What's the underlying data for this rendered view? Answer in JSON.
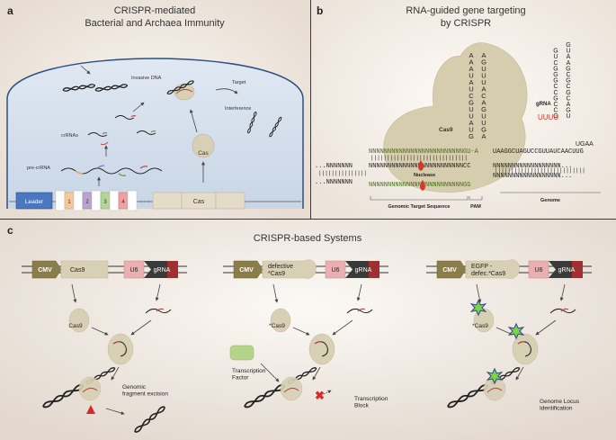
{
  "panel_a": {
    "letter": "a",
    "title_line1": "CRISPR-mediated",
    "title_line2": "Bacterial and Archaea Immunity",
    "labels": {
      "invasive_dna": "Invasive DNA",
      "target": "Target",
      "interference": "Interference",
      "crrnas": "crRNAs",
      "pre_crrna": "pre-crRNA",
      "cas": "Cas"
    },
    "locus": {
      "leader": "Leader",
      "spacers": [
        "1",
        "2",
        "3",
        "4"
      ],
      "cas_block": "Cas"
    },
    "colors": {
      "spacers": [
        "#f4c89a",
        "#b8a4cf",
        "#b4d49a",
        "#f0a0a0"
      ]
    }
  },
  "panel_b": {
    "letter": "b",
    "title_line1": "RNA-guided gene targeting",
    "title_line2": "by CRISPR",
    "cas9": "Cas9",
    "nuclease": "Nuclease",
    "grna": "gRNA",
    "genomic_target_sequence": "Genomic Target Sequence",
    "pam": "PAM",
    "genome": "Genome",
    "seq_top": "NNNNNNNNNNNNNNNNNNNNNNNNNGU-A",
    "seq_rna_tail": "UAAGGCUAGUCCGUUAUCAACUUG",
    "seq_target_strand": "NNNNNNNNNNNNNNNNNNNNNNNNNCC",
    "seq_genome_top": "NNNNNNNNNNNNNNNNNN...",
    "seq_nontarget": "NNNNNNNNNNNNNNNNNNNNNNNNNGG",
    "seq_genome_bottom": "NNNNNNNNNNNNNNNNNN...",
    "left_top": "...NNNNNNN",
    "left_bottom": "...NNNNNNN",
    "stem_left": [
      "A",
      "A",
      "A",
      "U",
      "A",
      "U",
      "C",
      "G",
      "U",
      "U",
      "A",
      "U",
      "G"
    ],
    "stem_right": [
      "A",
      "G",
      "U",
      "U",
      "U",
      "A",
      "C",
      "A",
      "G",
      "U",
      "U",
      "G",
      "A"
    ],
    "hairpin_right_col": [
      "G",
      "U",
      "A",
      "A",
      "G",
      "C",
      "G",
      "C",
      "G",
      "C",
      "A",
      "G",
      "U"
    ],
    "hairpin_left_col": [
      "",
      "G",
      "U",
      "C",
      "G",
      "G",
      "G",
      "C",
      "C",
      "G",
      "C",
      "C",
      "G"
    ],
    "uuuu": "UUUU",
    "ugaa": "UGAA",
    "colors": {
      "seq_green": "#4a6e1a",
      "pam_orange": "#d4801e",
      "uuuu_red": "#d43a2a"
    }
  },
  "panel_c": {
    "letter": "c",
    "title": "CRISPR-based Systems",
    "systems": [
      {
        "cmv": "CMV",
        "protein": "Cas9",
        "u6": "U6",
        "grna": "gRNA",
        "protein_label": "Cas9",
        "result": "Genomic\nfragment excision"
      },
      {
        "cmv": "CMV",
        "protein": "defective\n*Cas9",
        "u6": "U6",
        "grna": "gRNA",
        "protein_label": "*Cas9",
        "factor": "Transcription\nFactor",
        "result": "Transcription\nBlock"
      },
      {
        "cmv": "CMV",
        "protein": "EGFP -\ndefec.*Cas9",
        "u6": "U6",
        "grna": "gRNA",
        "protein_label": "*Cas9",
        "result": "Genome Locus\nIdentification"
      }
    ],
    "colors": {
      "cmv": "#8b7d4a",
      "u6": "#e8b0b0",
      "grna": "#a03030",
      "cas": "#d8d0b4",
      "egfp": "#7ad44a",
      "factor": "#b4d48a"
    }
  }
}
